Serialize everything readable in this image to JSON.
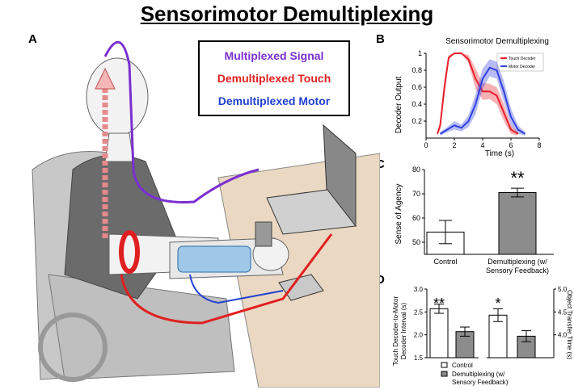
{
  "figure": {
    "title": "Sensorimotor Demultiplexing",
    "panel_labels": {
      "a": "A",
      "b": "B",
      "c": "C",
      "d": "D"
    }
  },
  "panel_a": {
    "legend": [
      {
        "label": "Multiplexed Signal",
        "color": "#7b2fd0"
      },
      {
        "label": "Demultiplexed Touch",
        "color": "#e02020"
      },
      {
        "label": "Demultiplexed Motor",
        "color": "#2040d0"
      }
    ]
  },
  "panel_b": {
    "title": "Sensorimotor Demultiplexing",
    "xlabel": "Time (s)",
    "ylabel": "Decoder Output",
    "legend": [
      "Touch Decoder",
      "Motor Decoder"
    ],
    "colors": {
      "touch": "#e8202a",
      "motor": "#3040e0"
    },
    "xticks": [
      "0",
      "2",
      "4",
      "6",
      "8"
    ],
    "yticks": [
      "0.2",
      "0.4",
      "0.6",
      "0.8",
      "1"
    ]
  },
  "panel_c": {
    "ylabel": "Sense of Agency",
    "yticks": [
      "50",
      "60",
      "70",
      "80"
    ],
    "categories": [
      "Control",
      "Demultiplexing (w/",
      "Sensory Feedback)"
    ],
    "significance": "**"
  },
  "panel_d": {
    "left_ylabel_line1": "Touch Decoder-to-Motor",
    "left_ylabel_line2": "Decoder Interval (s)",
    "right_ylabel": "Object Transfer Time (s)",
    "left_yticks": [
      "1.5",
      "2.0",
      "2.5",
      "3.0"
    ],
    "right_yticks": [
      "4.0",
      "4.5",
      "5.0"
    ],
    "sig_left": "**",
    "sig_right": "*",
    "legend": [
      "Control",
      "Demultiplexing (w/",
      "Sensory Feedback)"
    ]
  },
  "chart_data": [
    {
      "type": "line",
      "title": "Sensorimotor Demultiplexing",
      "xlabel": "Time (s)",
      "ylabel": "Decoder Output",
      "xlim": [
        0,
        8
      ],
      "ylim": [
        0,
        1
      ],
      "series": [
        {
          "name": "Touch Decoder",
          "x": [
            0.8,
            1.0,
            1.3,
            1.6,
            2.0,
            2.5,
            3.0,
            3.5,
            4.0,
            4.5,
            5.0,
            5.5,
            6.0,
            6.5
          ],
          "y": [
            0.05,
            0.15,
            0.6,
            0.95,
            1.0,
            1.0,
            0.93,
            0.7,
            0.55,
            0.55,
            0.5,
            0.3,
            0.1,
            0.05
          ],
          "err": [
            0.02,
            0.05,
            0.1,
            0.03,
            0.0,
            0.0,
            0.05,
            0.12,
            0.1,
            0.09,
            0.1,
            0.1,
            0.05,
            0.02
          ]
        },
        {
          "name": "Motor Decoder",
          "x": [
            1.0,
            1.5,
            2.0,
            2.5,
            3.0,
            3.5,
            4.0,
            4.5,
            5.0,
            5.5,
            6.0,
            6.5,
            7.0
          ],
          "y": [
            0.05,
            0.1,
            0.15,
            0.12,
            0.2,
            0.4,
            0.7,
            0.83,
            0.8,
            0.55,
            0.25,
            0.1,
            0.05
          ],
          "err": [
            0.02,
            0.03,
            0.05,
            0.04,
            0.07,
            0.12,
            0.12,
            0.1,
            0.1,
            0.12,
            0.1,
            0.05,
            0.02
          ]
        }
      ]
    },
    {
      "type": "bar",
      "ylabel": "Sense of Agency",
      "ylim": [
        45,
        80
      ],
      "categories": [
        "Control",
        "Demultiplexing (w/ Sensory Feedback)"
      ],
      "values": [
        54.2,
        70.5
      ],
      "errors": [
        4.8,
        1.8
      ]
    },
    {
      "type": "bar",
      "ylabel": "Touch Decoder-to-Motor Decoder Interval (s)",
      "ylim": [
        1.5,
        3.0
      ],
      "categories": [
        "Control",
        "Demultiplexing (w/ Sensory Feedback)"
      ],
      "values": [
        2.57,
        2.07
      ],
      "errors": [
        0.1,
        0.1
      ]
    },
    {
      "type": "bar",
      "ylabel": "Object Transfer Time (s)",
      "ylim": [
        3.5,
        5.0
      ],
      "categories": [
        "Control",
        "Demultiplexing (w/ Sensory Feedback)"
      ],
      "values": [
        4.43,
        3.97
      ],
      "errors": [
        0.14,
        0.12
      ]
    }
  ]
}
